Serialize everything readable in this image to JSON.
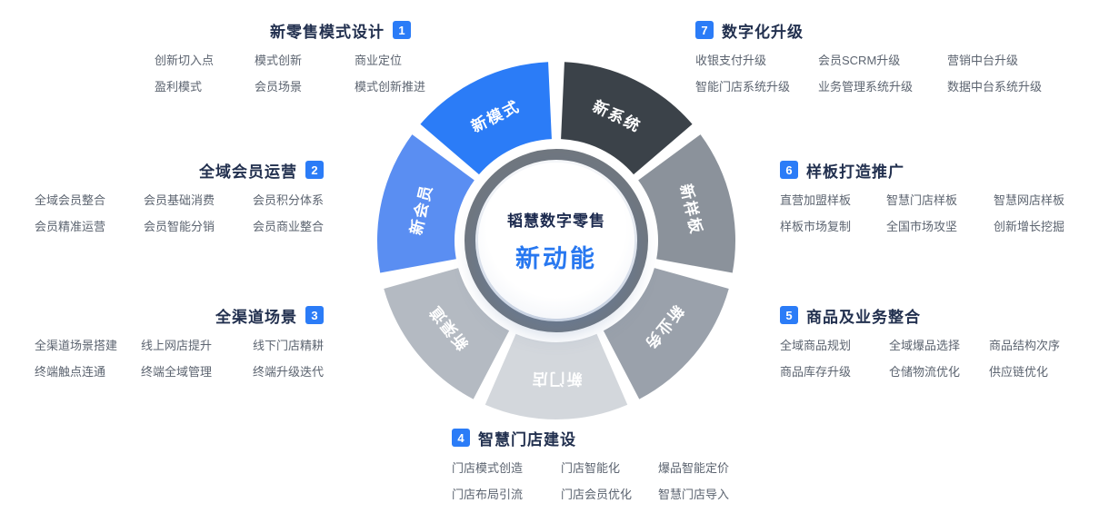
{
  "center": {
    "line1": "韬慧数字零售",
    "line2": "新动能"
  },
  "wheel": {
    "ring_color": "#70777f",
    "wedges": [
      {
        "label": "新模式",
        "color": "#2b7cf7",
        "angle": -26
      },
      {
        "label": "新系统",
        "color": "#3b4249",
        "angle": 26
      },
      {
        "label": "新样板",
        "color": "#8b929b",
        "angle": 77
      },
      {
        "label": "新业务",
        "color": "#9aa1ab",
        "angle": 129
      },
      {
        "label": "新门店",
        "color": "#d3d7dc",
        "angle": 180
      },
      {
        "label": "新渠道",
        "color": "#b4bac2",
        "angle": -129
      },
      {
        "label": "新会员",
        "color": "#5a8ef2",
        "angle": -77
      }
    ]
  },
  "badge_color": "#2b7cf7",
  "sections": [
    {
      "number": "1",
      "title": "新零售模式设计",
      "items": [
        "创新切入点",
        "模式创新",
        "商业定位",
        "盈利模式",
        "会员场景",
        "模式创新推进"
      ]
    },
    {
      "number": "2",
      "title": "全域会员运营",
      "items": [
        "全域会员整合",
        "会员基础消费",
        "会员积分体系",
        "会员精准运营",
        "会员智能分销",
        "会员商业整合"
      ]
    },
    {
      "number": "3",
      "title": "全渠道场景",
      "items": [
        "全渠道场景搭建",
        "线上网店提升",
        "线下门店精耕",
        "终端触点连通",
        "终端全域管理",
        "终端升级迭代"
      ]
    },
    {
      "number": "4",
      "title": "智慧门店建设",
      "items": [
        "门店模式创造",
        "门店智能化",
        "爆品智能定价",
        "门店布局引流",
        "门店会员优化",
        "智慧门店导入"
      ]
    },
    {
      "number": "5",
      "title": "商品及业务整合",
      "items": [
        "全域商品规划",
        "全域爆品选择",
        "商品结构次序",
        "商品库存升级",
        "仓储物流优化",
        "供应链优化"
      ]
    },
    {
      "number": "6",
      "title": "样板打造推广",
      "items": [
        "直营加盟样板",
        "智慧门店样板",
        "智慧网店样板",
        "样板市场复制",
        "全国市场攻坚",
        "创新增长挖掘"
      ]
    },
    {
      "number": "7",
      "title": "数字化升级",
      "items": [
        "收银支付升级",
        "会员SCRM升级",
        "营销中台升级",
        "智能门店系统升级",
        "业务管理系统升级",
        "数据中台系统升级"
      ]
    }
  ]
}
